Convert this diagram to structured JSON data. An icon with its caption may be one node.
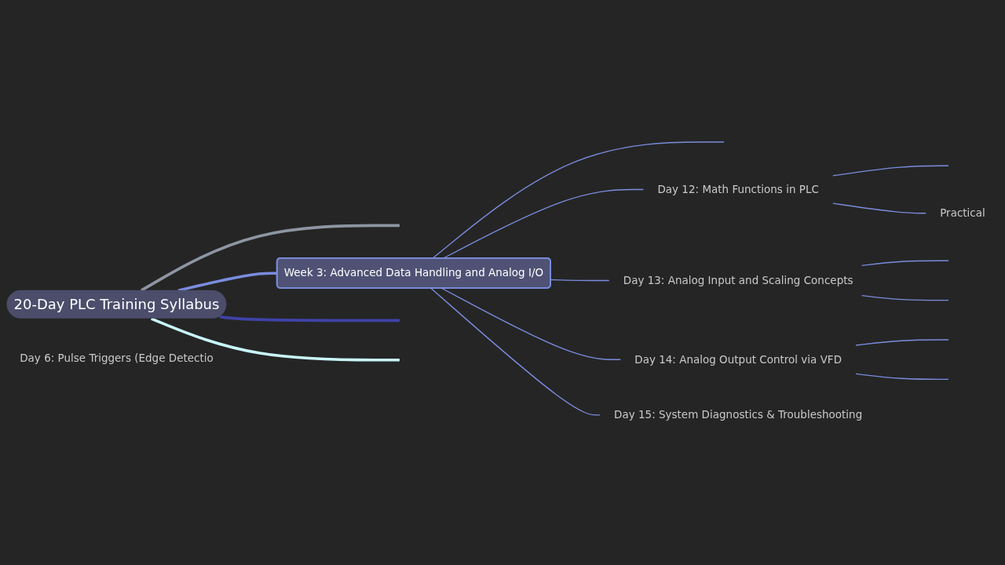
{
  "diagram": {
    "nodes": [
      {
        "text": [
          "20-Day PLC Training Syllabus"
        ]
      },
      {
        "text": [
          "Week 3: Advanced Data Handling and Analog I/O"
        ]
      },
      {
        "text": [
          "Day 12: Math Functions in PLC"
        ]
      },
      {
        "text": [
          "Practical"
        ]
      },
      {
        "text": [
          "Day 13: Analog Input and Scaling Concepts"
        ]
      },
      {
        "text": [
          "Day 14: Analog Output Control via VFD"
        ]
      },
      {
        "text": [
          "Day 15: System Diagnostics & Troubleshooting"
        ]
      },
      {
        "text": [
          "Day 6: Pulse Triggers (Edge Detectio"
        ]
      }
    ],
    "edges": [
      {
        "from": 0,
        "to": null,
        "arrow": "none",
        "style": "thick",
        "color": "#8e95a3"
      },
      {
        "from": 0,
        "to": 1,
        "arrow": "none",
        "style": "thick"
      },
      {
        "from": 0,
        "to": null,
        "arrow": "none",
        "style": "thick",
        "color": "#3f42a8"
      },
      {
        "from": 0,
        "to": null,
        "arrow": "none",
        "style": "thick",
        "color": "#c9f7fa"
      },
      {
        "from": 1,
        "to": null,
        "arrow": "none"
      },
      {
        "from": 1,
        "to": 2,
        "arrow": "none"
      },
      {
        "from": 1,
        "to": 4,
        "arrow": "none"
      },
      {
        "from": 1,
        "to": 5,
        "arrow": "none"
      },
      {
        "from": 1,
        "to": 6,
        "arrow": "none"
      },
      {
        "from": 2,
        "to": null,
        "arrow": "none"
      },
      {
        "from": 2,
        "to": 3,
        "arrow": "none"
      },
      {
        "from": 4,
        "to": null,
        "arrow": "none"
      },
      {
        "from": 4,
        "to": null,
        "arrow": "none"
      },
      {
        "from": 5,
        "to": null,
        "arrow": "none"
      },
      {
        "from": 5,
        "to": null,
        "arrow": "none"
      }
    ]
  }
}
